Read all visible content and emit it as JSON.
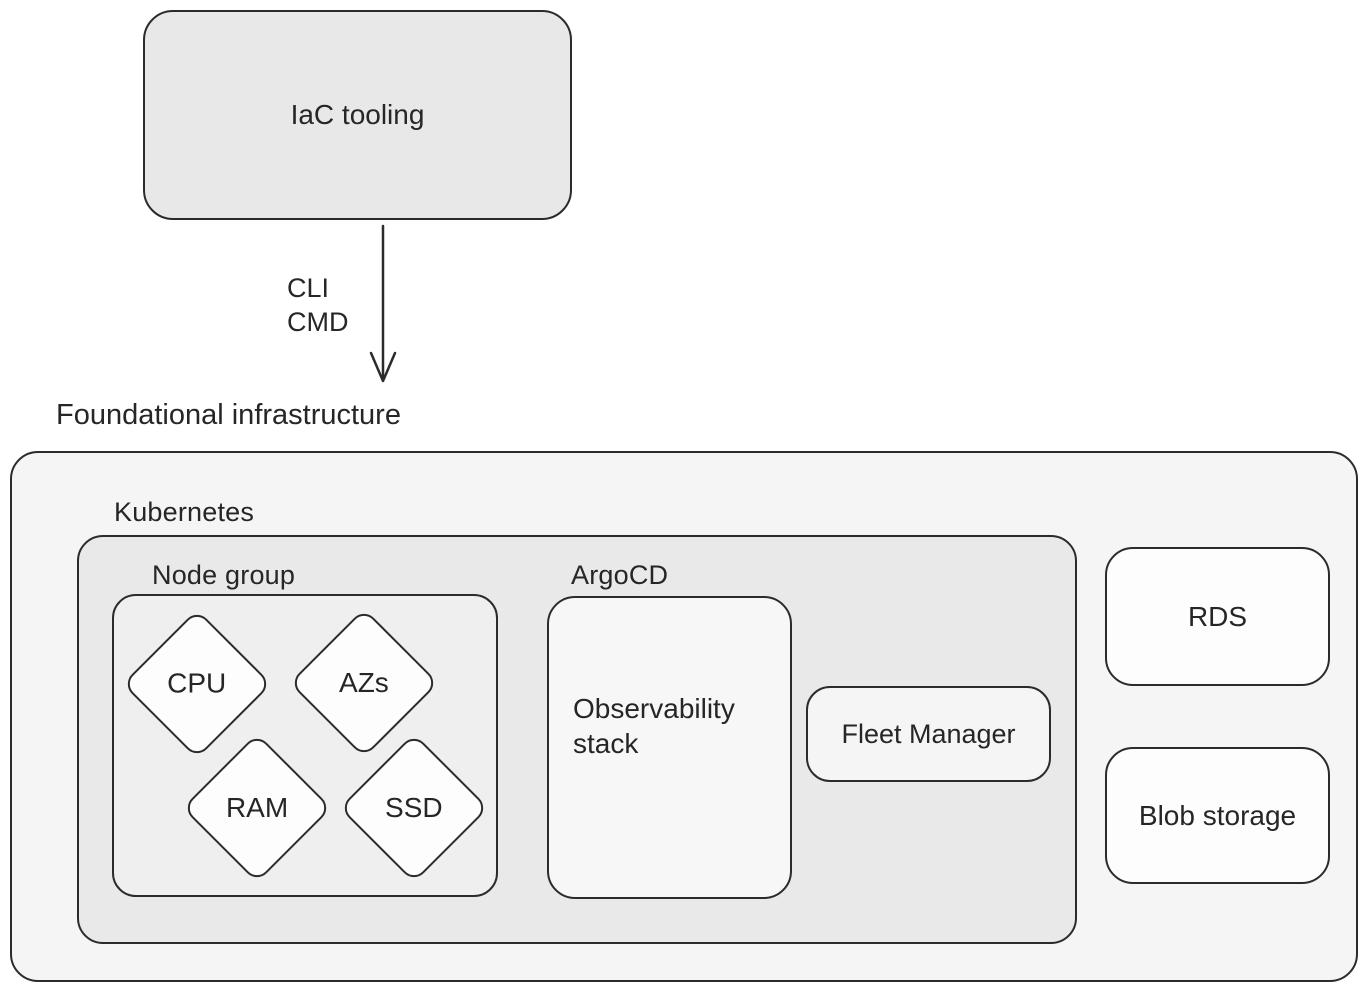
{
  "colors": {
    "background": "#ffffff",
    "border": "#2b2b2b",
    "text": "#262626",
    "iac_fill": "#e8e8e8",
    "foundational_fill": "#f5f5f5",
    "kubernetes_fill": "#e9e9e9",
    "node_group_fill": "#efefef",
    "observability_fill": "#f7f7f7",
    "fleet_manager_fill": "#f5f5f5",
    "leaf_node_fill": "#fdfdfd"
  },
  "nodes": {
    "iac_tooling": {
      "label": "IaC tooling"
    },
    "arrow": {
      "labels": [
        "CLI",
        "CMD"
      ]
    },
    "foundational": {
      "title": "Foundational infrastructure",
      "kubernetes": {
        "label": "Kubernetes",
        "node_group": {
          "label": "Node group",
          "diamonds": [
            "CPU",
            "AZs",
            "RAM",
            "SSD"
          ]
        },
        "argocd": {
          "label": "ArgoCD",
          "observability_stack": {
            "label": "Observability stack"
          }
        },
        "fleet_manager": {
          "label": "Fleet Manager"
        }
      },
      "rds": {
        "label": "RDS"
      },
      "blob_storage": {
        "label": "Blob storage"
      }
    }
  }
}
